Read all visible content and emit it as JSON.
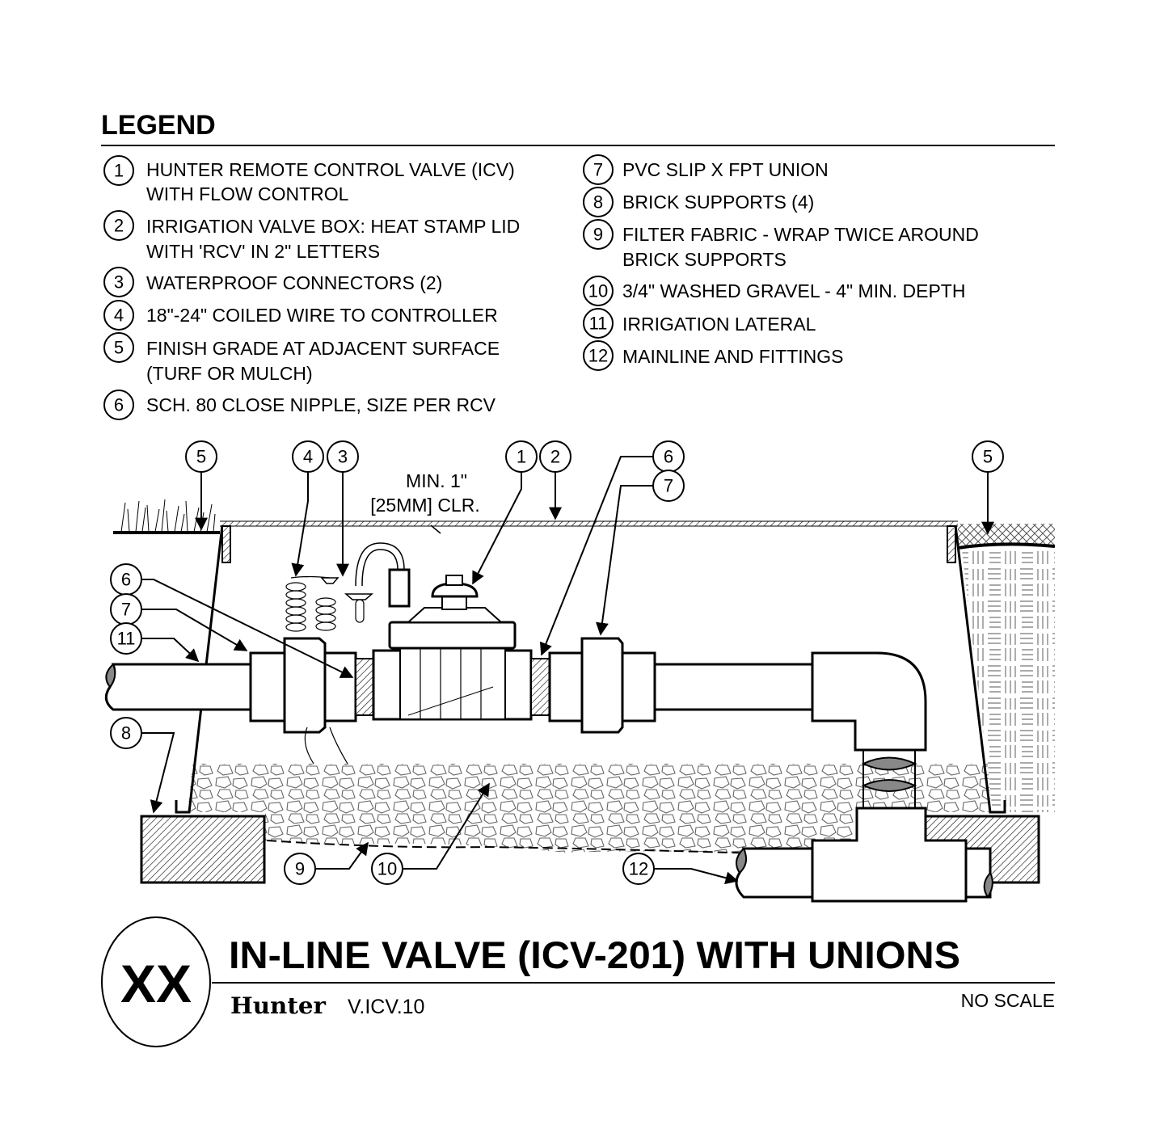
{
  "legend": {
    "title": "LEGEND",
    "left": [
      {
        "num": "1",
        "lines": [
          "HUNTER REMOTE CONTROL VALVE (ICV)",
          "WITH FLOW CONTROL"
        ]
      },
      {
        "num": "2",
        "lines": [
          "IRRIGATION VALVE BOX: HEAT STAMP LID",
          "WITH 'RCV' IN 2\" LETTERS"
        ]
      },
      {
        "num": "3",
        "lines": [
          "WATERPROOF CONNECTORS (2)"
        ]
      },
      {
        "num": "4",
        "lines": [
          "18\"-24\" COILED WIRE TO CONTROLLER"
        ]
      },
      {
        "num": "5",
        "lines": [
          "FINISH GRADE AT ADJACENT SURFACE",
          "(TURF OR MULCH)"
        ]
      },
      {
        "num": "6",
        "lines": [
          "SCH. 80 CLOSE NIPPLE, SIZE PER RCV"
        ]
      }
    ],
    "right": [
      {
        "num": "7",
        "lines": [
          "PVC SLIP X FPT UNION"
        ]
      },
      {
        "num": "8",
        "lines": [
          "BRICK SUPPORTS (4)"
        ]
      },
      {
        "num": "9",
        "lines": [
          "FILTER FABRIC - WRAP TWICE AROUND",
          "BRICK SUPPORTS"
        ]
      },
      {
        "num": "10",
        "lines": [
          "3/4\" WASHED GRAVEL - 4\" MIN. DEPTH"
        ]
      },
      {
        "num": "11",
        "lines": [
          "IRRIGATION LATERAL"
        ]
      },
      {
        "num": "12",
        "lines": [
          "MAINLINE AND FITTINGS"
        ]
      }
    ]
  },
  "diagram": {
    "clearance_line1": "MIN. 1\"",
    "clearance_line2": "[25MM] CLR.",
    "callouts": {
      "top_5_left": "5",
      "top_4": "4",
      "top_3": "3",
      "top_1": "1",
      "top_2": "2",
      "top_6": "6",
      "top_7": "7",
      "top_5_right": "5",
      "left_6": "6",
      "left_7": "7",
      "left_11": "11",
      "left_8": "8",
      "bottom_9": "9",
      "bottom_10": "10",
      "bottom_12": "12"
    }
  },
  "title_block": {
    "detail_id": "XX",
    "title": "IN-LINE VALVE (ICV-201) WITH UNIONS",
    "brand": "Hunter",
    "drawing_number": "V.ICV.10",
    "scale": "NO SCALE"
  }
}
